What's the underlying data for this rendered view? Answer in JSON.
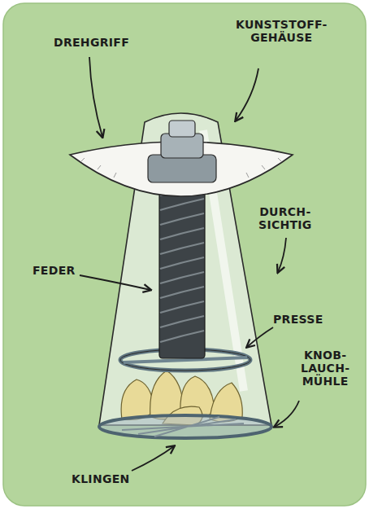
{
  "diagram": {
    "labels": [
      "DREHGRIFF",
      "KUNSTSTOFF- GEHÄUSE",
      "DURCH- SICHTIG",
      "FEDER",
      "PRESSE",
      "KNOB- LAUCH- MÜHLE",
      "KLINGEN"
    ]
  }
}
